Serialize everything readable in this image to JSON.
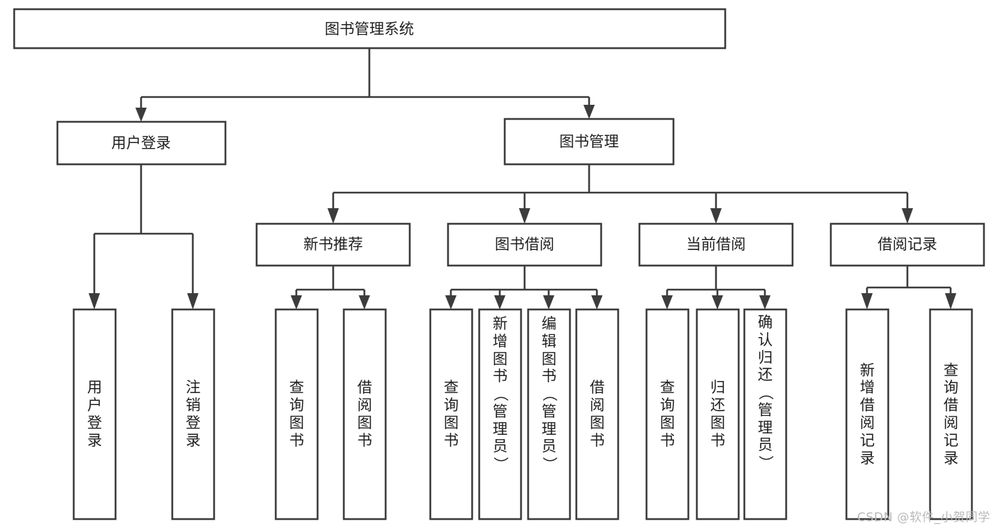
{
  "diagram": {
    "title": "图书管理系统",
    "type": "tree-hierarchy",
    "watermark": "CSDN @软件_小贺同学",
    "accent_color": "#3c3c3c",
    "background_color": "#ffffff",
    "root": {
      "label": "图书管理系统"
    },
    "level2": [
      {
        "label": "用户登录"
      },
      {
        "label": "图书管理"
      }
    ],
    "level3": [
      {
        "label": "新书推荐"
      },
      {
        "label": "图书借阅"
      },
      {
        "label": "当前借阅"
      },
      {
        "label": "借阅记录"
      }
    ],
    "leaves": {
      "user_login": [
        {
          "label": "用户登录"
        },
        {
          "label": "注销登录"
        }
      ],
      "new_book_recommend": [
        {
          "label": "查询图书"
        },
        {
          "label": "借阅图书"
        }
      ],
      "book_borrow": [
        {
          "label": "查询图书"
        },
        {
          "label": "新增图书（管理员）"
        },
        {
          "label": "编辑图书（管理员）"
        },
        {
          "label": "借阅图书"
        }
      ],
      "current_borrow": [
        {
          "label": "查询图书"
        },
        {
          "label": "归还图书"
        },
        {
          "label": "确认归还（管理员）"
        }
      ],
      "borrow_record": [
        {
          "label": "新增借阅记录"
        },
        {
          "label": "查询借阅记录"
        }
      ]
    }
  }
}
